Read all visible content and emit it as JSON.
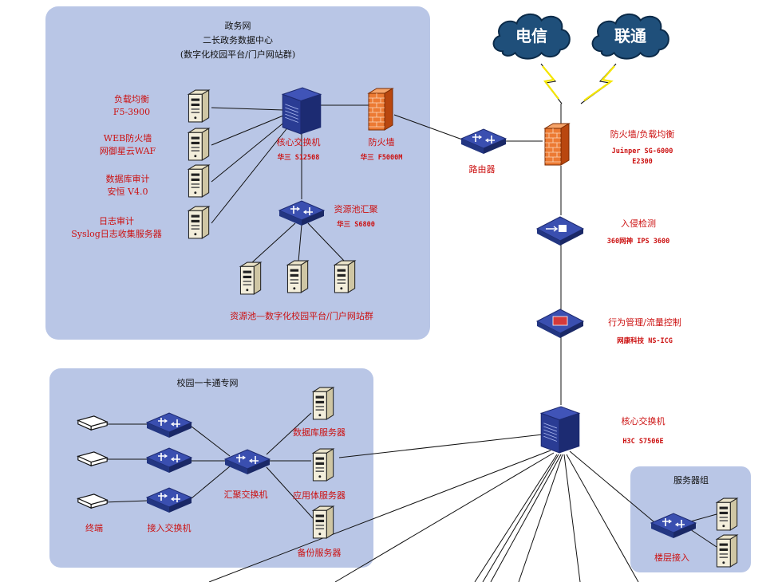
{
  "zones": {
    "gov": {
      "title": "政务网",
      "subtitle": "二长政务数据中心",
      "subtitle2": "(数字化校园平台/门户网站群)"
    },
    "campus": {
      "title": "校园一卡通专网"
    },
    "servergroup": {
      "title": "服务器组"
    }
  },
  "isps": [
    {
      "label": "电信"
    },
    {
      "label": "联通"
    }
  ],
  "nodes": {
    "lb": {
      "name": "负载均衡",
      "model": "F5-3900"
    },
    "waf": {
      "name": "WEB防火墙",
      "model": "网御星云WAF"
    },
    "dbaudit": {
      "name": "数据库审计",
      "model": "安恒 V4.0"
    },
    "logaudit": {
      "name": "日志审计",
      "model": "Syslog日志收集服务器"
    },
    "gov_core": {
      "name": "核心交换机",
      "model": "华三 S12508"
    },
    "gov_fw": {
      "name": "防火墙",
      "model": "华三 F5000M"
    },
    "pool_agg": {
      "name": "资源池汇聚",
      "model": "华三 S6800"
    },
    "pool_label": "资源池—数字化校园平台/门户网站群",
    "router": {
      "name": "路由器"
    },
    "edge_fw": {
      "name": "防火墙/负载均衡",
      "model": "Juinper SG-6000",
      "model2": "E2300"
    },
    "ips": {
      "name": "入侵检测",
      "model": "360网神 IPS 3600"
    },
    "behavior": {
      "name": "行为管理/流量控制",
      "model": "网康科技 NS-ICG"
    },
    "core": {
      "name": "核心交换机",
      "model": "H3C S7506E"
    },
    "terminal": {
      "name": "终端"
    },
    "access_sw": {
      "name": "接入交换机"
    },
    "agg_sw": {
      "name": "汇聚交换机"
    },
    "db_server": {
      "name": "数据库服务器"
    },
    "app_server": {
      "name": "应用体服务器"
    },
    "backup_server": {
      "name": "备份服务器"
    },
    "floor_access": {
      "name": "楼层接入"
    }
  },
  "icons": {
    "server": "server-tower-icon",
    "switch": "switch-icon",
    "firewall": "firewall-icon",
    "cloud": "cloud-icon",
    "lightning": "lightning-icon"
  },
  "colors": {
    "zone_fill": "#b9c6e6",
    "label": "#cc1111",
    "device": "#2e3f9a",
    "firewall": "#e8742a"
  }
}
